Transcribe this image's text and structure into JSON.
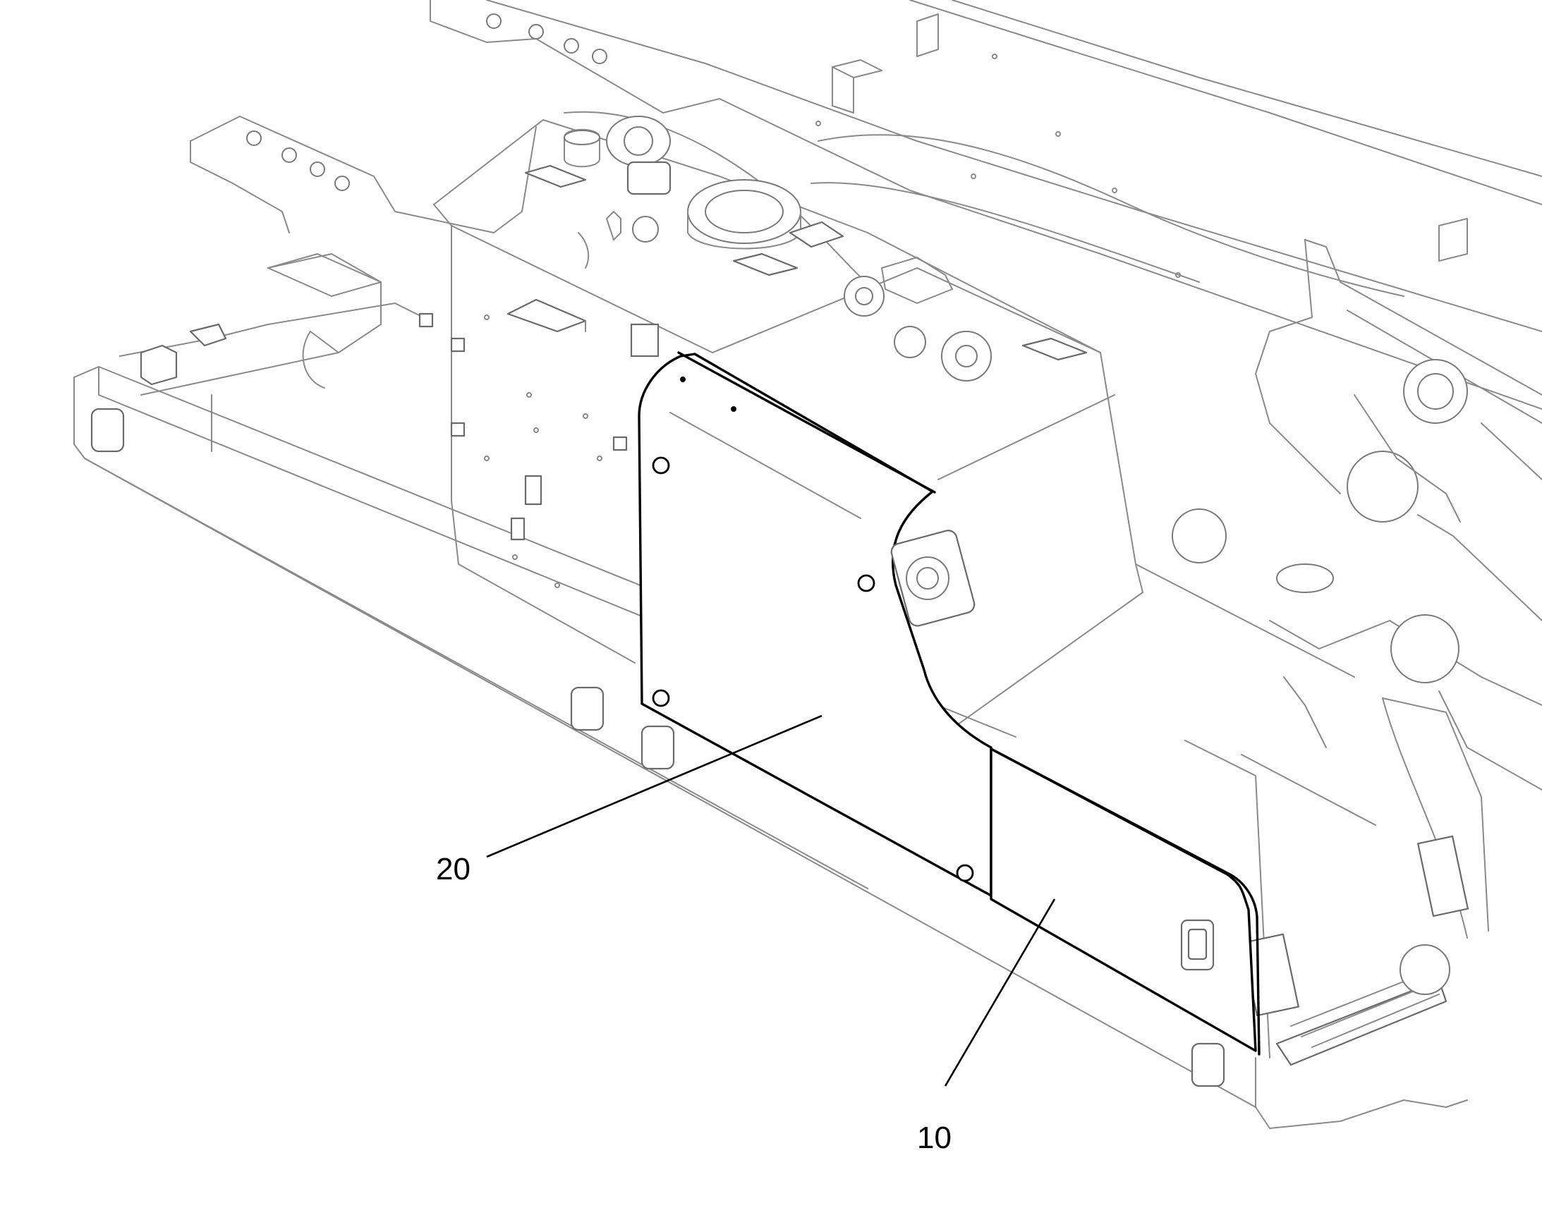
{
  "callouts": [
    {
      "id": "callout-20",
      "label": "20"
    },
    {
      "id": "callout-10",
      "label": "10"
    }
  ]
}
